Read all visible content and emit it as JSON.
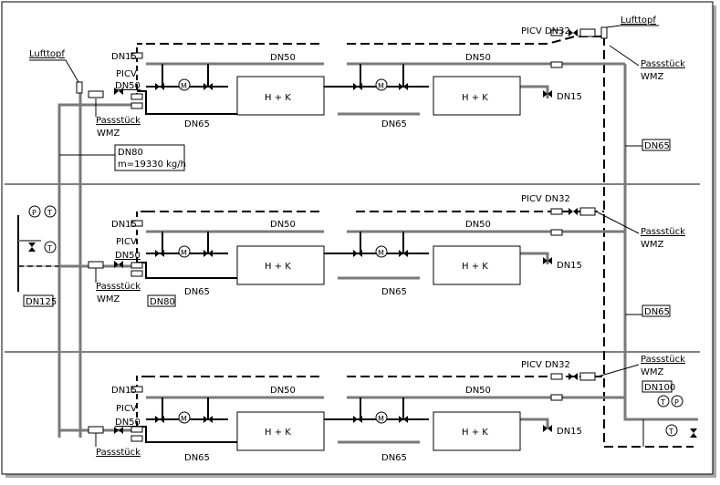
{
  "labels": {
    "luftopf": "Lufttopf",
    "picv": "PICV",
    "picv_dn32": "PICV  DN32",
    "passstueck": "Passstück",
    "wmz": "WMZ",
    "wmz_partial": "WMZ",
    "dn15": "DN15",
    "dn50": "DN50",
    "dn65": "DN65",
    "dn80": "DN80",
    "dn100": "DN100",
    "dn125": "DN125",
    "flow": "m=19330 kg/h",
    "hk": "H + K",
    "gauge_p": "P",
    "gauge_t": "T",
    "pump_m": "M"
  },
  "colors": {
    "pipe_gray": "#7a7a7a",
    "pipe_black": "#000000",
    "frame": "#000000",
    "shadow": "#9a9a9a"
  }
}
